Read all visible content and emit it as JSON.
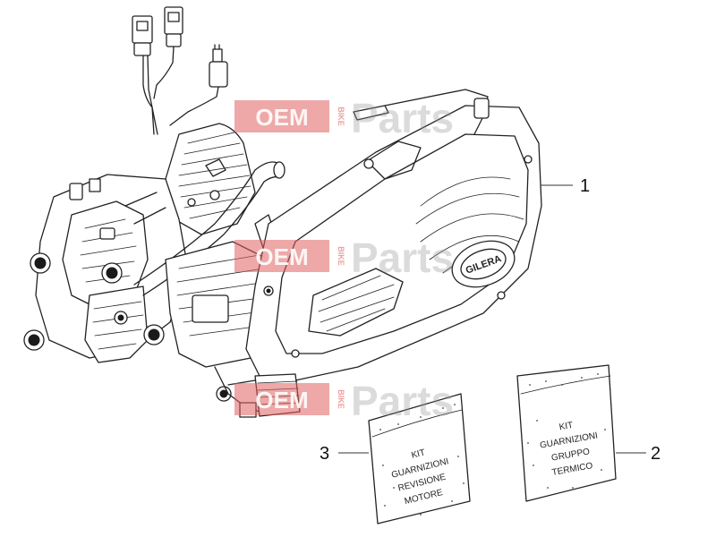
{
  "callouts": [
    {
      "number": "1"
    },
    {
      "number": "2"
    },
    {
      "number": "3"
    }
  ],
  "kits": {
    "kit2": {
      "lines": [
        "KIT",
        "GUARNIZIONI",
        "GRUPPO",
        "TERMICO"
      ]
    },
    "kit3": {
      "lines": [
        "KIT",
        "GUARNIZIONI",
        "REVISIONE",
        "MOTORE"
      ]
    }
  },
  "cover_badge": "GILERA",
  "watermark": {
    "oem": "OEM",
    "bike": "BIKE",
    "parts": "Parts"
  },
  "colors": {
    "watermark_red": "#e06060",
    "line": "#222222"
  }
}
